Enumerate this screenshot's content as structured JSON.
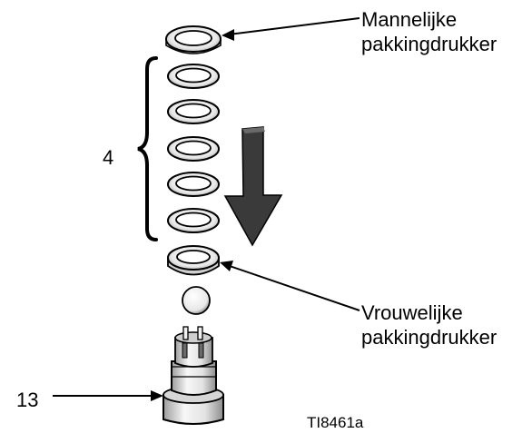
{
  "labels": {
    "male_adapter_line1": "Mannelijke",
    "male_adapter_line2": "pakkingdrukker",
    "female_adapter_line1": "Vrouwelijke",
    "female_adapter_line2": "pakkingdrukker",
    "packing_count": "4",
    "part_number": "13",
    "figure_id": "TI8461a"
  },
  "colors": {
    "line": "#000000",
    "arrow_fill": "#3a3a3a",
    "ring_light": "#f4f4f4",
    "ring_shade": "#b5b5b5"
  }
}
